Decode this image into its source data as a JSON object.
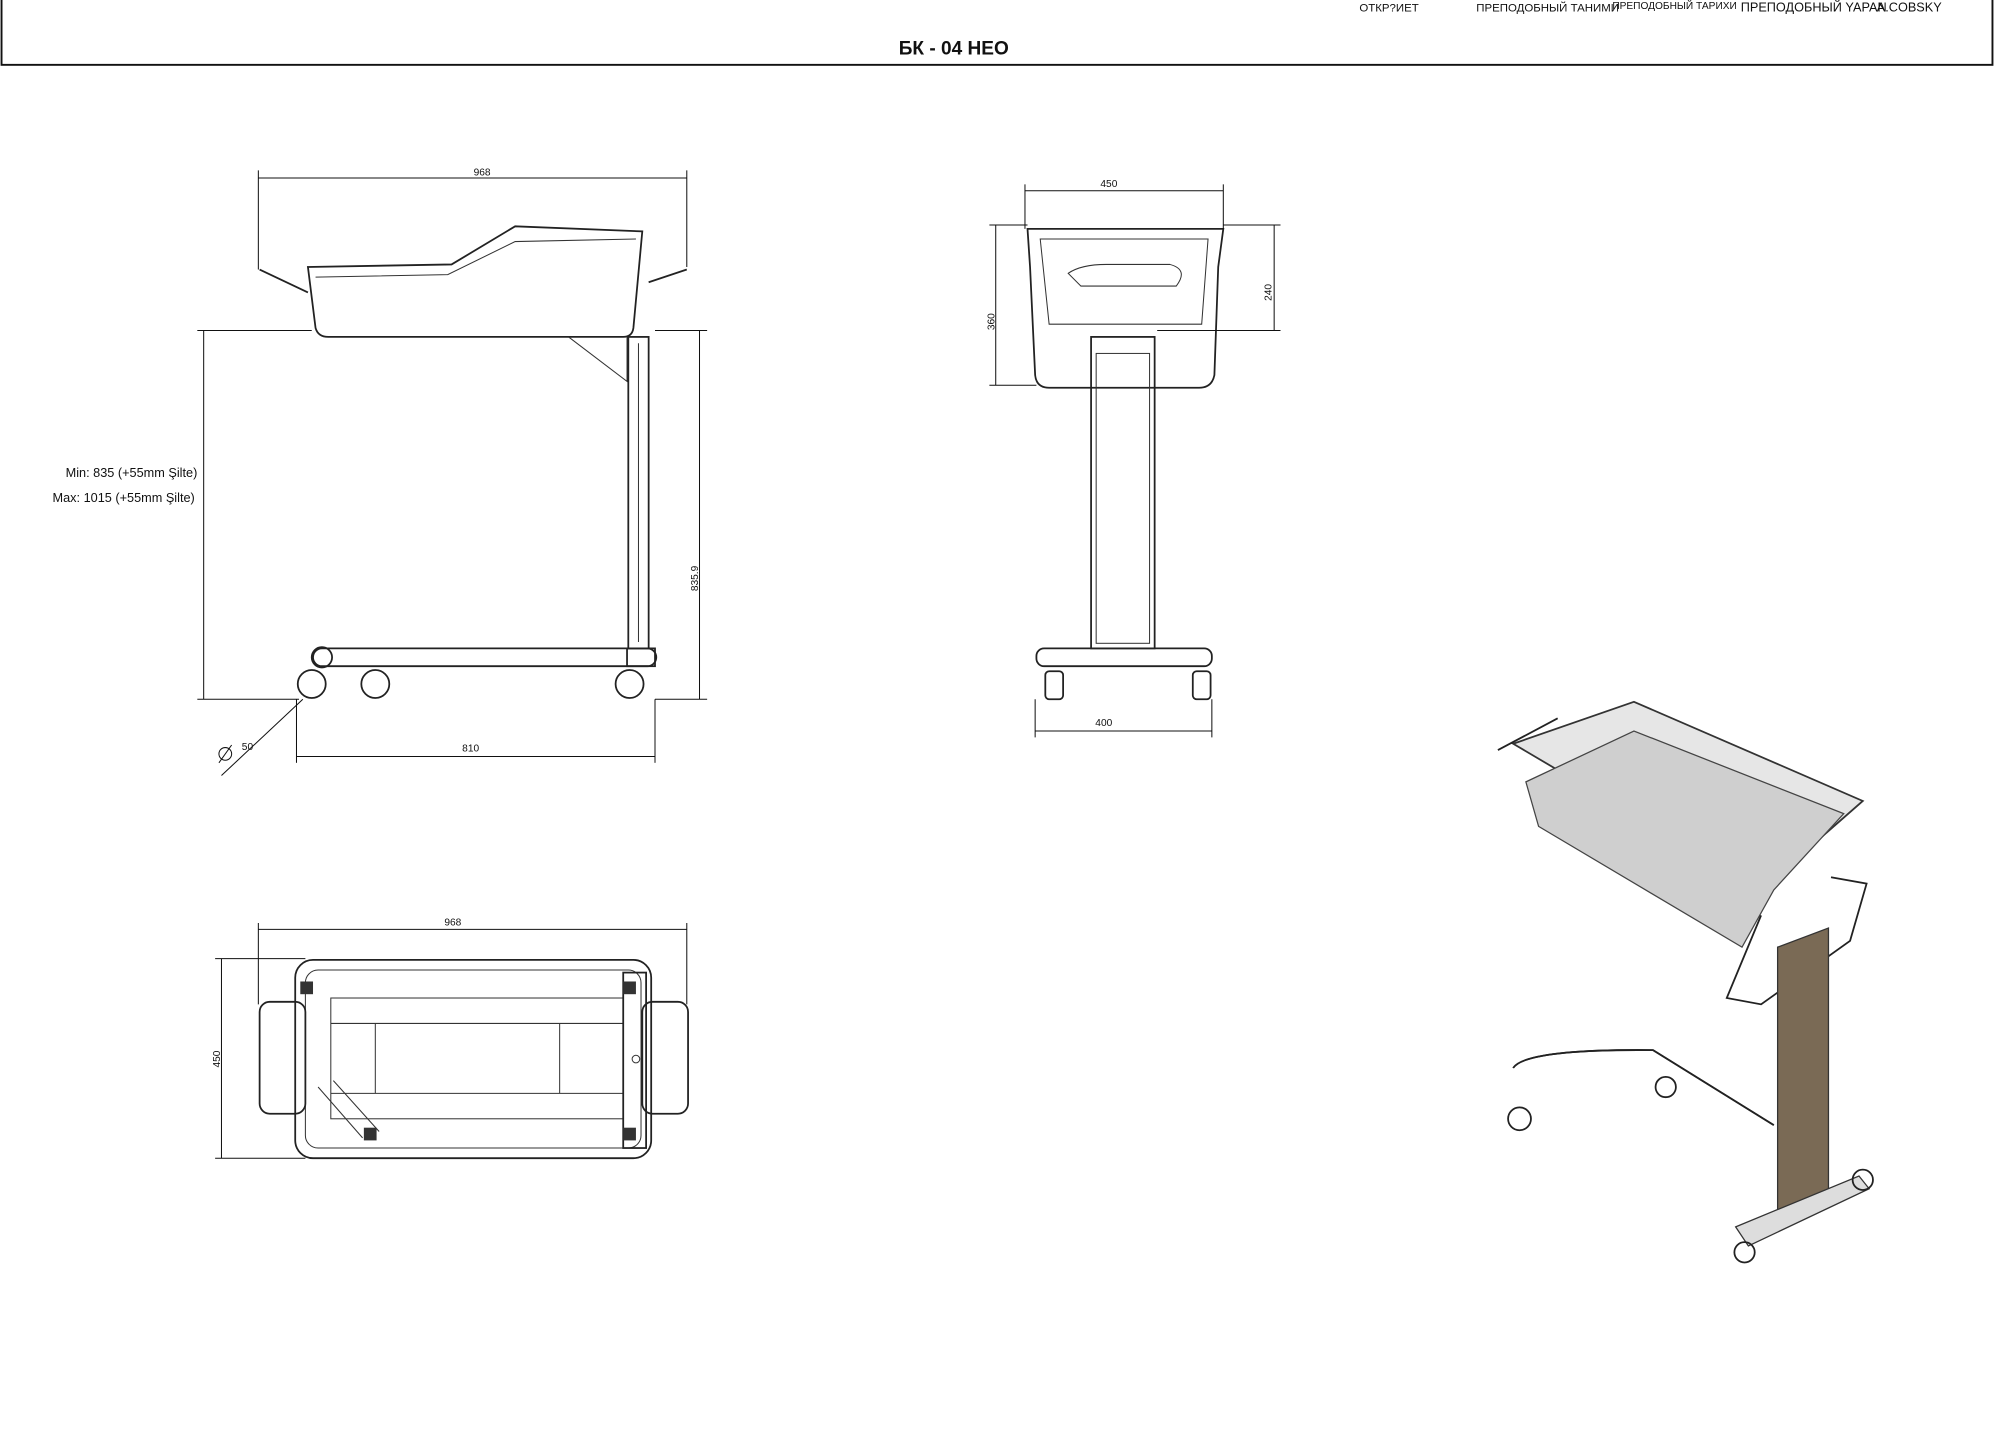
{
  "title_block": {
    "title": "БК - 04 НЕО",
    "fields": [
      "ОТКР?ИЕТ",
      "ПРЕПОДОБНЫЙ ТАНИМИ",
      "ПРЕПОДОБНЫЙ ТАРИХИ",
      "ПРЕПОДОБНЫЙ YAPAN",
      "A.COBSKY"
    ]
  },
  "side_view": {
    "width_dim": "968",
    "height_dim": "835.9",
    "base_dim": "810",
    "wheel_dim": "50",
    "height_min": "Min: 835 (+55mm Şilte)",
    "height_max": "Max: 1015 (+55mm Şilte)"
  },
  "front_view": {
    "width_dim": "450",
    "basket_height_dim": "360",
    "depth_dim": "240",
    "base_dim": "400"
  },
  "top_view": {
    "length_dim": "968",
    "width_dim": "450"
  },
  "colors": {
    "line": "#222222",
    "column": "#7a6a55"
  }
}
